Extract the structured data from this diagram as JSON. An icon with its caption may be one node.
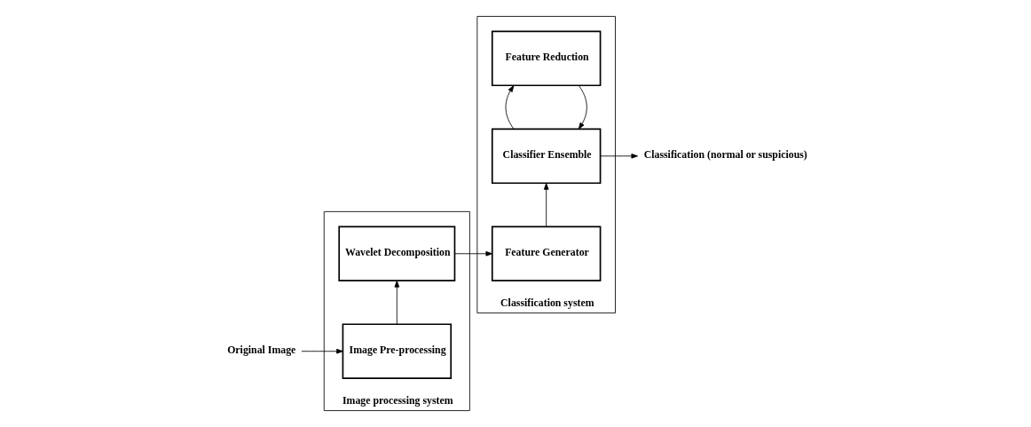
{
  "diagram": {
    "nodes": [
      {
        "text": [
          "Image processing system"
        ]
      },
      {
        "text": [
          "Image Pre-processing"
        ],
        "in": 0
      },
      {
        "text": [
          "Wavelet Decomposition"
        ],
        "in": 0
      },
      {
        "text": [
          "Classification system"
        ]
      },
      {
        "text": [
          "Feature Generator"
        ],
        "in": 3
      },
      {
        "text": [
          "Feature Reduction"
        ],
        "in": 3
      },
      {
        "text": [
          "Classifier Ensemble"
        ],
        "in": 3
      },
      {
        "text": [
          "Original Image"
        ]
      },
      {
        "text": [
          "Classification (normal or suspicious)"
        ]
      }
    ],
    "edges": [
      {
        "from": 7,
        "to": 1,
        "arrow": "to"
      },
      {
        "from": 1,
        "to": 2,
        "arrow": "to"
      },
      {
        "from": 2,
        "to": 4,
        "arrow": "to"
      },
      {
        "from": 4,
        "to": 6,
        "arrow": "to"
      },
      {
        "from": 5,
        "to": 6,
        "arrow": "to"
      },
      {
        "from": 6,
        "to": 8,
        "arrow": "to"
      },
      {
        "from": 6,
        "to": 5,
        "arrow": "to"
      }
    ]
  }
}
